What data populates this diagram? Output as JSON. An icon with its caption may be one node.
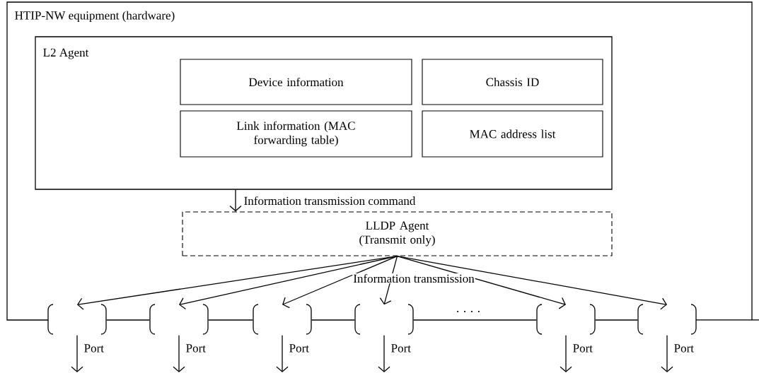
{
  "diagram": {
    "nodes": [
      {
        "text": [
          "HTIP-NW equipment (hardware)"
        ]
      },
      {
        "text": [
          "L2 Agent"
        ],
        "in": 0
      },
      {
        "text": [
          "Device information"
        ],
        "in": 1
      },
      {
        "text": [
          "Chassis ID"
        ],
        "in": 1
      },
      {
        "text": [
          "Link information (MAC forwarding table)"
        ],
        "in": 1
      },
      {
        "text": [
          "MAC address list"
        ],
        "in": 1
      },
      {
        "text": [
          "LLDP Agent (Transmit only)"
        ],
        "in": 0
      },
      {
        "text": [],
        "shape": "bracket"
      },
      {
        "text": [],
        "shape": "bracket"
      },
      {
        "text": [],
        "shape": "bracket"
      },
      {
        "text": [],
        "shape": "bracket"
      },
      {
        "text": [],
        "shape": "bracket"
      },
      {
        "text": [],
        "shape": "bracket"
      }
    ],
    "edges": [
      {
        "from": 1,
        "to": 6,
        "arrow": "to",
        "label": "Information transmission command"
      },
      {
        "from": 6,
        "to": 7,
        "arrow": "to"
      },
      {
        "from": 6,
        "to": 8,
        "arrow": "to"
      },
      {
        "from": 6,
        "to": 9,
        "arrow": "to"
      },
      {
        "from": 6,
        "to": 10,
        "arrow": "to",
        "label": "Information transmission"
      },
      {
        "from": 6,
        "to": 11,
        "arrow": "to"
      },
      {
        "from": 6,
        "to": 12,
        "arrow": "to"
      },
      {
        "from": 7,
        "to": null,
        "arrow": "to",
        "label": "Port"
      },
      {
        "from": 8,
        "to": null,
        "arrow": "to",
        "label": "Port"
      },
      {
        "from": 9,
        "to": null,
        "arrow": "to",
        "label": "Port"
      },
      {
        "from": 10,
        "to": null,
        "arrow": "to",
        "label": "Port"
      },
      {
        "from": 11,
        "to": null,
        "arrow": "to",
        "label": "Port"
      },
      {
        "from": 12,
        "to": null,
        "arrow": "to",
        "label": "Port"
      },
      {
        "from": 7,
        "to": 8,
        "arrow": "none"
      },
      {
        "from": 8,
        "to": 9,
        "arrow": "none"
      },
      {
        "from": 9,
        "to": 10,
        "arrow": "none"
      },
      {
        "from": 10,
        "to": 11,
        "arrow": "none"
      },
      {
        "from": 11,
        "to": 12,
        "arrow": "none"
      }
    ],
    "labels": [
      ". . . ."
    ]
  }
}
